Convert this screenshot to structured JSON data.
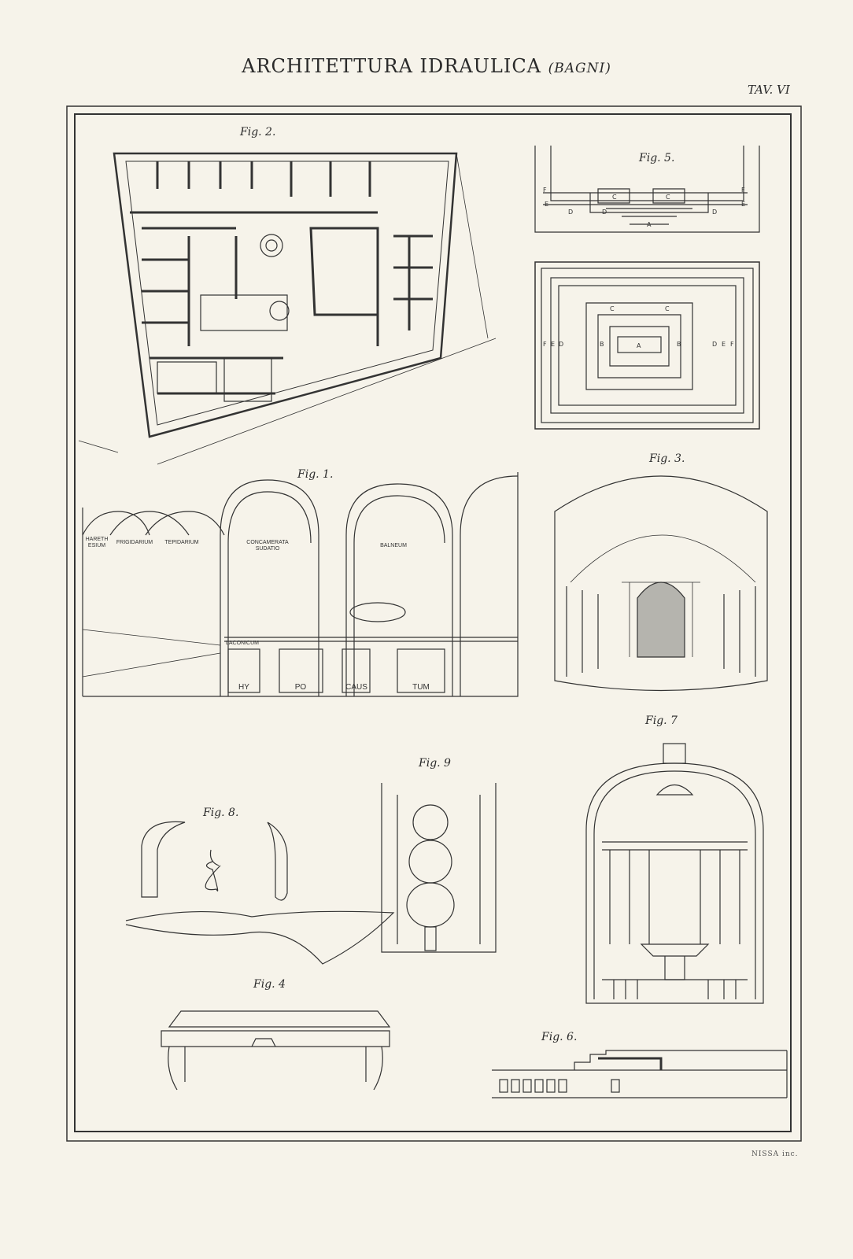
{
  "header": {
    "title": "ARCHITETTURA IDRAULICA",
    "subtitle": "(BAGNI)",
    "plate": "TAV. VI"
  },
  "signature": "NISSA inc.",
  "figures": {
    "fig2": "Fig. 2.",
    "fig5": "Fig. 5.",
    "fig1": "Fig. 1.",
    "fig3": "Fig. 3.",
    "fig7": "Fig. 7",
    "fig9": "Fig. 9",
    "fig8": "Fig. 8.",
    "fig4": "Fig. 4",
    "fig6": "Fig. 6."
  },
  "fig1_labels": [
    "HARETH ESIUM",
    "FRIGIDARIUM",
    "TEPIDARIUM",
    "CONCAMERATA SUDATIO",
    "BALNEUM",
    "LACONICUM",
    "HY",
    "PO",
    "CAUS",
    "TUM"
  ],
  "fig5_labels": [
    "F",
    "E",
    "D",
    "C",
    "C",
    "D",
    "A",
    "D",
    "F",
    "E"
  ],
  "plan_labels": [
    "F",
    "E",
    "D",
    "B",
    "C",
    "C",
    "A",
    "B",
    "D",
    "E",
    "F"
  ]
}
